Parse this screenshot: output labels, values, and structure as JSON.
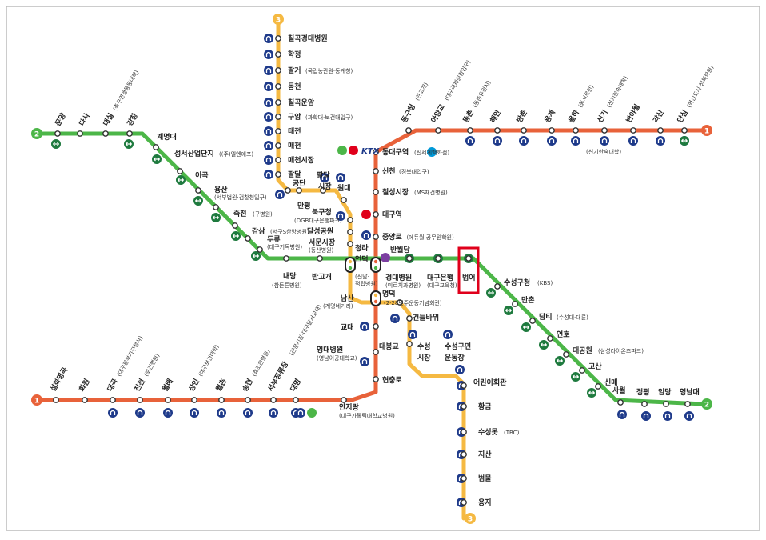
{
  "colors": {
    "line1": "#E8623A",
    "line2": "#4CB648",
    "line3": "#F5B942",
    "stationOutline": "#333333",
    "highlight": "#E0001B",
    "icon": "#1E3A8A",
    "transferIcon": "#1E7A3E"
  },
  "lines": {
    "line1": {
      "number": "1"
    },
    "line2": {
      "number": "2"
    },
    "line3": {
      "number": "3"
    }
  },
  "icons": {
    "ktx_label": "KTX",
    "ktx": "train-icon",
    "elevator": "elevator-icon",
    "airport": "airplane-icon",
    "transfer": "transfer-icon",
    "bus": "bus-icon"
  },
  "stations": {
    "l2_west": [
      "문양",
      "다사",
      "대실",
      "강창",
      "계명대",
      "성서산업단지",
      "이곡",
      "용산",
      "죽전",
      "감삼",
      "두류",
      "내당",
      "반고개"
    ],
    "l2_west_sub": [
      "",
      "",
      "(축구연맹동동대학)",
      "",
      "",
      "((주)엘엔에프)",
      "",
      "(서부법원·검찰청입구)",
      "(구병원)",
      "(서구S한방병원)",
      "(대구기독병원)",
      "(참든튼병원)",
      ""
    ],
    "l2_center": [
      "청라언덕",
      "반월당",
      "경대병원",
      "대구은행"
    ],
    "l2_center_sub": [
      "(신남·적립병원)",
      "",
      "(미르치과병원)",
      "(대구교육청)"
    ],
    "l2_east": [
      "범어",
      "수성구청",
      "만촌",
      "담티",
      "연호",
      "대공원",
      "고산",
      "신매",
      "사월",
      "정평",
      "임당",
      "영남대"
    ],
    "l2_east_sub": [
      "",
      "(KBS)",
      "",
      "(수성대·대륜)",
      "",
      "(삼성라이온즈파크)",
      "",
      "",
      "",
      "",
      "",
      ""
    ],
    "l1_top": [
      "동구청",
      "아양교",
      "동촌",
      "해안",
      "방촌",
      "용계",
      "율하",
      "신기",
      "반야월",
      "각산",
      "안심"
    ],
    "l1_top_sub": [
      "(큰고개)",
      "(대구국제공항입구)",
      "(동촌유원지)",
      "",
      "",
      "",
      "(동서로전)",
      "(신기한숙대학)",
      "",
      "",
      "(혁신도시·정북학원)"
    ],
    "l1_north": [
      "동대구역",
      "신천",
      "칠성시장",
      "대구역",
      "중앙로"
    ],
    "l1_north_sub": [
      "(신세계백화점)",
      "(경북대입구)",
      "(MS재건병원)",
      "",
      "(에듀월 공무원학원)"
    ],
    "l1_south": [
      "명덕",
      "교대",
      "영대병원",
      "현충로",
      "안지랑"
    ],
    "l1_south_sub": [
      "(2·28민주운동기념회관)",
      "",
      "(영남이공대학교)",
      "",
      "(대구가톨릭대학교병원)"
    ],
    "l1_west": [
      "설화명곡",
      "화원",
      "대곡",
      "진천",
      "월배",
      "상인",
      "월촌",
      "송현",
      "서부정류장",
      "대명"
    ],
    "l1_west_sub": [
      "",
      "",
      "(대구황부지구청사)",
      "(보건행원)",
      "",
      "(대구보건대학)",
      "",
      "(효조은병원)",
      "(관문시장·대구달서교대)",
      ""
    ],
    "l3_north": [
      "칠곡경대병원",
      "학정",
      "팔거",
      "동천",
      "칠곡운암",
      "구암",
      "태전",
      "매천",
      "매천시장",
      "팔달",
      "공단",
      "만평",
      "팔달시장",
      "원대",
      "북구청",
      "달성공원",
      "서문시장"
    ],
    "l3_north_sub": [
      "",
      "",
      "(국립농관원·동계청)",
      "",
      "",
      "(과학대·보건대입구)",
      "",
      "",
      "",
      "",
      "",
      "",
      "",
      "",
      "(DGB대구은행파크)",
      "",
      "(동산병원)"
    ],
    "l3_south": [
      "남산",
      "건들바위",
      "대봉교",
      "수성시장",
      "수성구민운동장",
      "어린이회관",
      "황금",
      "수성못",
      "지산",
      "범물",
      "용지"
    ],
    "l3_south_sub": [
      "(계명네거리)",
      "",
      "",
      "",
      "",
      "",
      "",
      "(TBC)",
      "",
      "",
      ""
    ]
  }
}
